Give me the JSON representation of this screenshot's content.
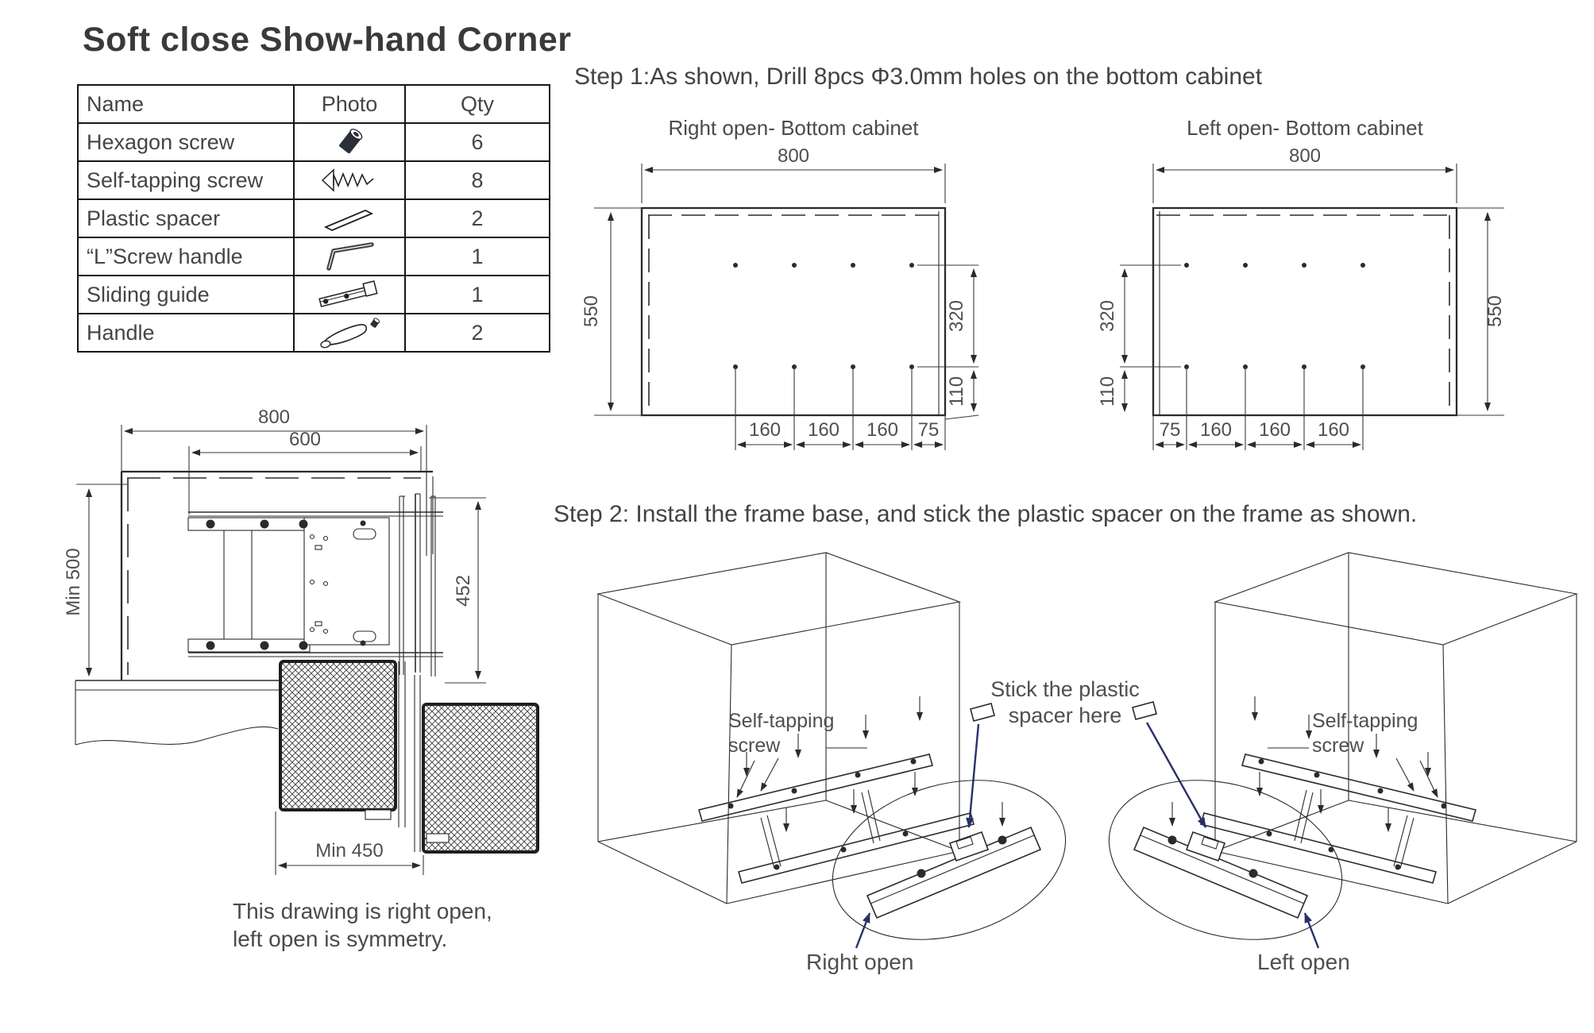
{
  "page": {
    "title": "Soft close Show-hand Corner"
  },
  "parts_table": {
    "headers": {
      "name": "Name",
      "photo": "Photo",
      "qty": "Qty"
    },
    "rows": [
      {
        "name": "Hexagon screw",
        "icon": "hexagon-screw-icon",
        "qty": "6"
      },
      {
        "name": "Self-tapping screw",
        "icon": "self-tapping-screw-icon",
        "qty": "8"
      },
      {
        "name": "Plastic spacer",
        "icon": "plastic-spacer-icon",
        "qty": "2"
      },
      {
        "name": "“L”Screw handle",
        "icon": "l-screw-handle-icon",
        "qty": "1"
      },
      {
        "name": "Sliding guide",
        "icon": "sliding-guide-icon",
        "qty": "1"
      },
      {
        "name": "Handle",
        "icon": "handle-icon",
        "qty": "2"
      }
    ]
  },
  "step1": {
    "heading": "Step 1:As shown, Drill 8pcs Φ3.0mm holes on the bottom cabinet",
    "right_drawing": {
      "title": "Right open- Bottom cabinet",
      "width_mm": "800",
      "depth_mm": "550",
      "hole_row_gap_mm": "320",
      "hole_bottom_offset_mm": "110",
      "hole_spacing_mm": [
        "160",
        "160",
        "160",
        "75"
      ]
    },
    "left_drawing": {
      "title": "Left open- Bottom cabinet",
      "width_mm": "800",
      "depth_mm": "550",
      "hole_row_gap_mm": "320",
      "hole_bottom_offset_mm": "110",
      "hole_spacing_mm": [
        "75",
        "160",
        "160",
        "160"
      ]
    }
  },
  "plan_drawing": {
    "outer_width_mm": "800",
    "inner_width_mm": "600",
    "depth_label": "Min 500",
    "frame_depth_mm": "452",
    "clearance_label": "Min 450",
    "caption_line1": "This drawing is right open,",
    "caption_line2": "left open is symmetry."
  },
  "step2": {
    "heading": "Step 2: Install the frame base, and stick the plastic spacer on the frame as shown.",
    "left_cabinet_screw_label_line1": "Self-tapping",
    "left_cabinet_screw_label_line2": "screw",
    "right_cabinet_screw_label_line1": "Self-tapping",
    "right_cabinet_screw_label_line2": "screw",
    "spacer_note_line1": "Stick the plastic",
    "spacer_note_line2": "spacer here",
    "right_open_label": "Right open",
    "left_open_label": "Left open"
  },
  "colors": {
    "line": "#2b2b2b",
    "text": "#474747",
    "blue_arrow": "#283069"
  }
}
